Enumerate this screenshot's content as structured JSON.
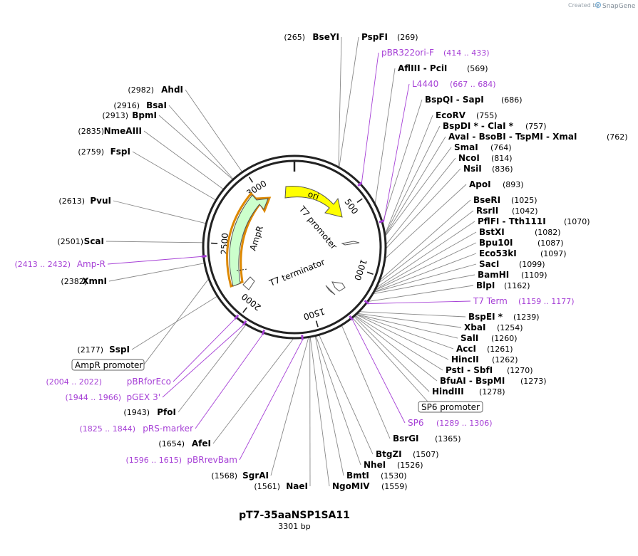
{
  "credit": {
    "created_by": "Created by",
    "brand": "SnapGene"
  },
  "plasmid": {
    "name": "pT7-35aaNSP1SA11",
    "size": "3301 bp"
  },
  "ticks": [
    "500",
    "1000",
    "1500",
    "2000",
    "2500",
    "3000"
  ],
  "features": {
    "ori": "ori",
    "t7_promoter": "T7 promoter",
    "ampr": "AmpR",
    "t7_terminator": "T7 terminator"
  },
  "boxed_features": {
    "ampr_promoter": "AmpR promoter",
    "sp6_promoter": "SP6 promoter"
  },
  "right_labels": [
    {
      "name": "PspFI",
      "pos": "(269)"
    },
    {
      "name": "AflIII  - PciI",
      "pos": "(569)"
    },
    {
      "name": "BspQI  - SapI",
      "pos": "(686)"
    },
    {
      "name": "EcoRV",
      "pos": "(755)"
    },
    {
      "name": "BspDI *  - ClaI *",
      "pos": "(757)"
    },
    {
      "name": "AvaI  - BsoBI  - TspMI  - XmaI",
      "pos": "(762)"
    },
    {
      "name": "SmaI",
      "pos": "(764)"
    },
    {
      "name": "NcoI",
      "pos": "(814)"
    },
    {
      "name": "NsiI",
      "pos": "(836)"
    },
    {
      "name": "ApoI",
      "pos": "(893)"
    },
    {
      "name": "BseRI",
      "pos": "(1025)"
    },
    {
      "name": "RsrII",
      "pos": "(1042)"
    },
    {
      "name": "PflFI  - Tth111I",
      "pos": "(1070)"
    },
    {
      "name": "BstXI",
      "pos": "(1082)"
    },
    {
      "name": "Bpu10I",
      "pos": "(1087)"
    },
    {
      "name": "Eco53kI",
      "pos": "(1097)"
    },
    {
      "name": "SacI",
      "pos": "(1099)"
    },
    {
      "name": "BamHI",
      "pos": "(1109)"
    },
    {
      "name": "BlpI",
      "pos": "(1162)"
    },
    {
      "name": "BspEI *",
      "pos": "(1239)"
    },
    {
      "name": "XbaI",
      "pos": "(1254)"
    },
    {
      "name": "SalI",
      "pos": "(1260)"
    },
    {
      "name": "AccI",
      "pos": "(1261)"
    },
    {
      "name": "HincII",
      "pos": "(1262)"
    },
    {
      "name": "PstI  - SbfI",
      "pos": "(1270)"
    },
    {
      "name": "BfuAI  - BspMI",
      "pos": "(1273)"
    },
    {
      "name": "HindIII",
      "pos": "(1278)"
    },
    {
      "name": "BsrGI",
      "pos": "(1365)"
    },
    {
      "name": "BtgZI",
      "pos": "(1507)"
    },
    {
      "name": "NheI",
      "pos": "(1526)"
    },
    {
      "name": "BmtI",
      "pos": "(1530)"
    },
    {
      "name": "NgoMIV",
      "pos": "(1559)"
    }
  ],
  "right_primers": [
    {
      "name": "pBR322ori-F",
      "pos": "(414 .. 433)"
    },
    {
      "name": "L4440",
      "pos": "(667 .. 684)"
    },
    {
      "name": "T7 Term",
      "pos": "(1159 .. 1177)"
    },
    {
      "name": "SP6",
      "pos": "(1289 .. 1306)"
    }
  ],
  "left_labels": [
    {
      "name": "BseYI",
      "pos": "(265)"
    },
    {
      "name": "AhdI",
      "pos": "(2982)"
    },
    {
      "name": "BsaI",
      "pos": "(2916)"
    },
    {
      "name": "BpmI",
      "pos": "(2913)"
    },
    {
      "name": "NmeAIII",
      "pos": "(2835)"
    },
    {
      "name": "FspI",
      "pos": "(2759)"
    },
    {
      "name": "PvuI",
      "pos": "(2613)"
    },
    {
      "name": "ScaI",
      "pos": "(2501)"
    },
    {
      "name": "XmnI",
      "pos": "(2382)"
    },
    {
      "name": "SspI",
      "pos": "(2177)"
    },
    {
      "name": "PfoI",
      "pos": "(1943)"
    },
    {
      "name": "AfeI",
      "pos": "(1654)"
    },
    {
      "name": "SgrAI",
      "pos": "(1568)"
    },
    {
      "name": "NaeI",
      "pos": "(1561)"
    }
  ],
  "left_primers": [
    {
      "name": "Amp-R",
      "pos": "(2413 .. 2432)"
    },
    {
      "name": "pBRforEco",
      "pos": "(2004 .. 2022)"
    },
    {
      "name": "pGEX 3'",
      "pos": "(1944 .. 1966)"
    },
    {
      "name": "pRS-marker",
      "pos": "(1825 .. 1844)"
    },
    {
      "name": "pBRrevBam",
      "pos": "(1596 .. 1615)"
    }
  ],
  "colors": {
    "backbone": "#222222",
    "ori": "#ffff00",
    "ampr": "#ccffcc",
    "ampr_outline": "#dd8800",
    "primer": "#a640d6",
    "leader": "#888888"
  }
}
